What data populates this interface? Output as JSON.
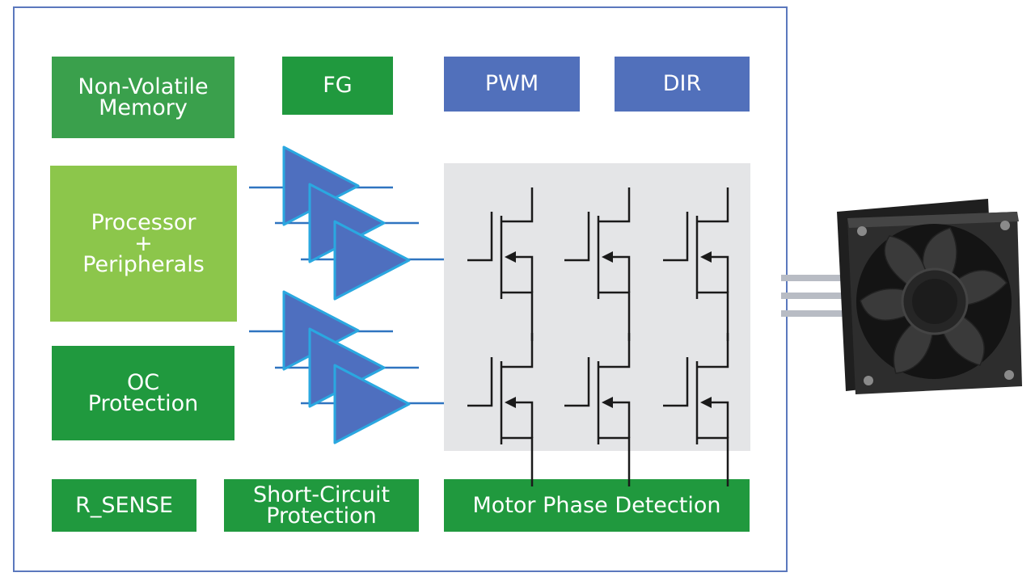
{
  "diagram": {
    "blocks": {
      "non_volatile_memory": "Non-Volatile\nMemory",
      "fg": "FG",
      "pwm": "PWM",
      "dir": "DIR",
      "processor_peripherals": "Processor\n+\nPeripherals",
      "oc_protection": "OC\nProtection",
      "r_sense": "R_SENSE",
      "short_circuit_protection": "Short-Circuit\nProtection",
      "motor_phase_detection": "Motor Phase Detection"
    },
    "colors": {
      "frame": "#5b78bd",
      "green_dark": "#20993e",
      "green_mid": "#3aa04c",
      "green_light": "#8cc64b",
      "blue_block": "#5170bb",
      "gate_driver": "#4e6fbf",
      "gate_driver_outline": "#2aa8e0",
      "bridge_background": "#e4e5e7",
      "wire": "#1a1a1a"
    },
    "icons": {
      "gate_driver": "triangle-buffer-icon",
      "mosfet": "mosfet-transistor-icon",
      "fan": "cooling-fan-icon"
    }
  }
}
